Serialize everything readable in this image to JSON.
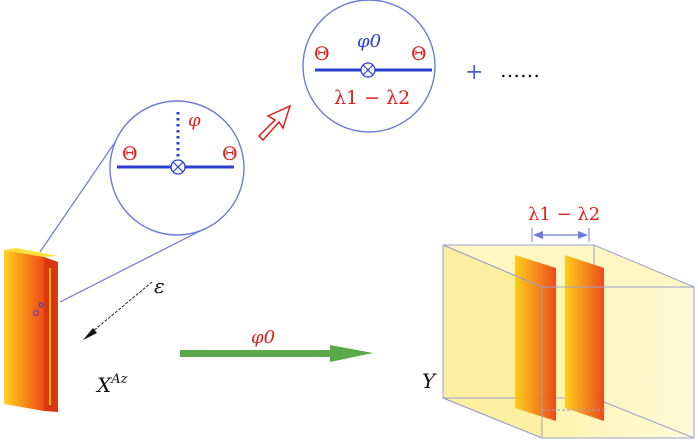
{
  "colors": {
    "blue": "#2a3fd0",
    "red": "#e0201c",
    "circle": "#6c7ad8",
    "green": "#5aa84a",
    "box_fill": "#fdf6b8",
    "box_edge": "#9aa0d0",
    "wall_light": "#ffd21a",
    "wall_dark": "#ee4a14"
  },
  "icons": {
    "vertex": "circled-times-icon",
    "implies": "hollow-arrow-icon",
    "flow": "green-arrow-icon"
  },
  "labels": {
    "theta_left_1": "Θ",
    "theta_right_1": "Θ",
    "phi": "φ",
    "theta_left_2": "Θ",
    "theta_right_2": "Θ",
    "phi_zero_top": "φ0",
    "lambda_diff_top": "λ1 − λ2",
    "plus": "+",
    "dots": "……",
    "epsilon": "ε",
    "source_label": "X",
    "source_sup": "Az",
    "flow_label": "φ0",
    "target_label": "Y",
    "gap_label": "λ1 − λ2"
  }
}
